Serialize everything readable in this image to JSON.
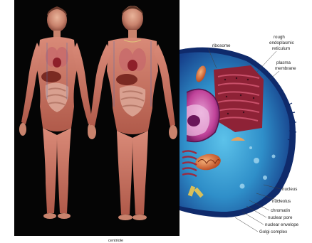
{
  "composite": {
    "left_panel": {
      "watermark": "",
      "figures": [
        "female-anatomy",
        "male-anatomy"
      ]
    },
    "right_panel": {
      "labels": {
        "ribosome": "ribosome",
        "rough_er": "rough",
        "rough_er2": "endoplasmic",
        "rough_er3": "reticulum",
        "plasma": "plasma",
        "membrane": "membrane",
        "nucleus": "nucleus",
        "nucleolus": "nucleolus",
        "chromatin": "chromatin",
        "nuclear_pore": "nuclear pore",
        "nuclear_envelope": "nuclear envelope",
        "golgi": "Golgi complex",
        "centriole": "centriole"
      },
      "colors": {
        "cytoplasm": "#2f8fc9",
        "cytoplasm_edge": "#0f2a6b",
        "nucleus": "#c0439a",
        "er": "#9c2a3f",
        "mitochondria": "#d7622b"
      }
    }
  }
}
